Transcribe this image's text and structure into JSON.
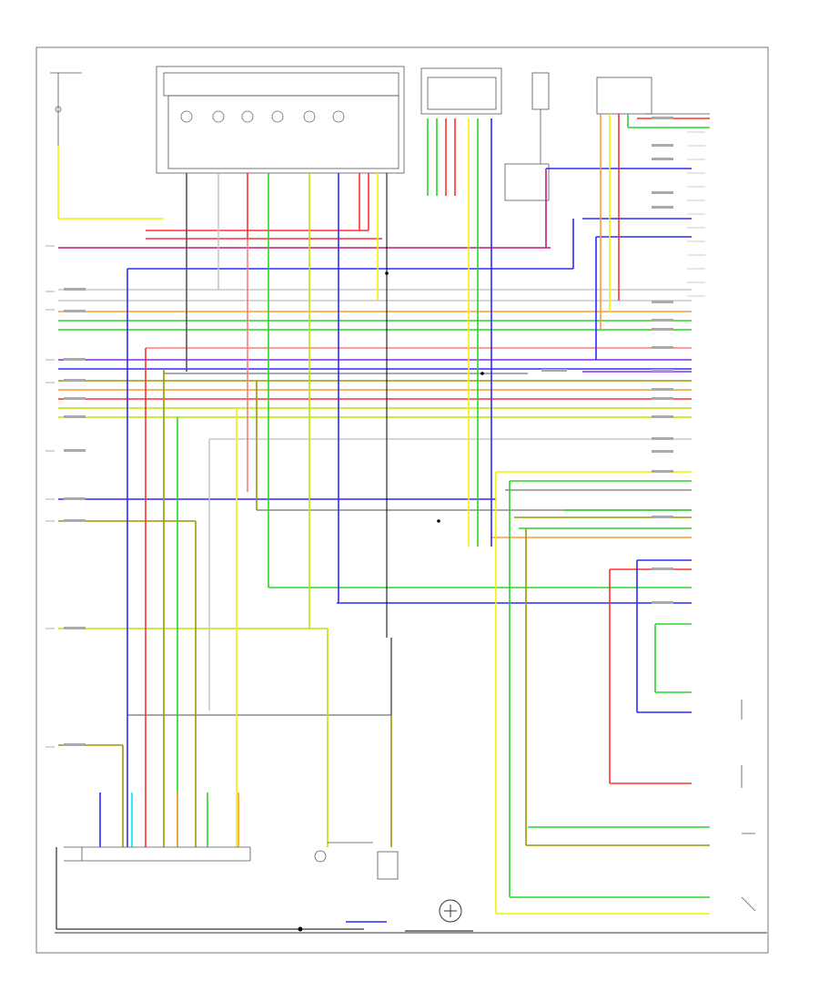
{
  "diagram": {
    "colors": {
      "yellow": "#f2f200",
      "red": "#ff3030",
      "pink": "#ff7a7a",
      "orange": "#ff9a33",
      "blue": "#2b2bff",
      "purple": "#8a2be2",
      "magenta": "#c0197a",
      "green": "#2ad42a",
      "lime": "#b8e600",
      "black": "#000000",
      "gray": "#8c8c8c",
      "lightgray": "#c8c8c8",
      "cyan": "#00e5ff",
      "olive": "#9a9a00"
    },
    "icons": [
      "ground-symbol",
      "connector-pin",
      "sensor-coil",
      "junction-dot"
    ]
  }
}
